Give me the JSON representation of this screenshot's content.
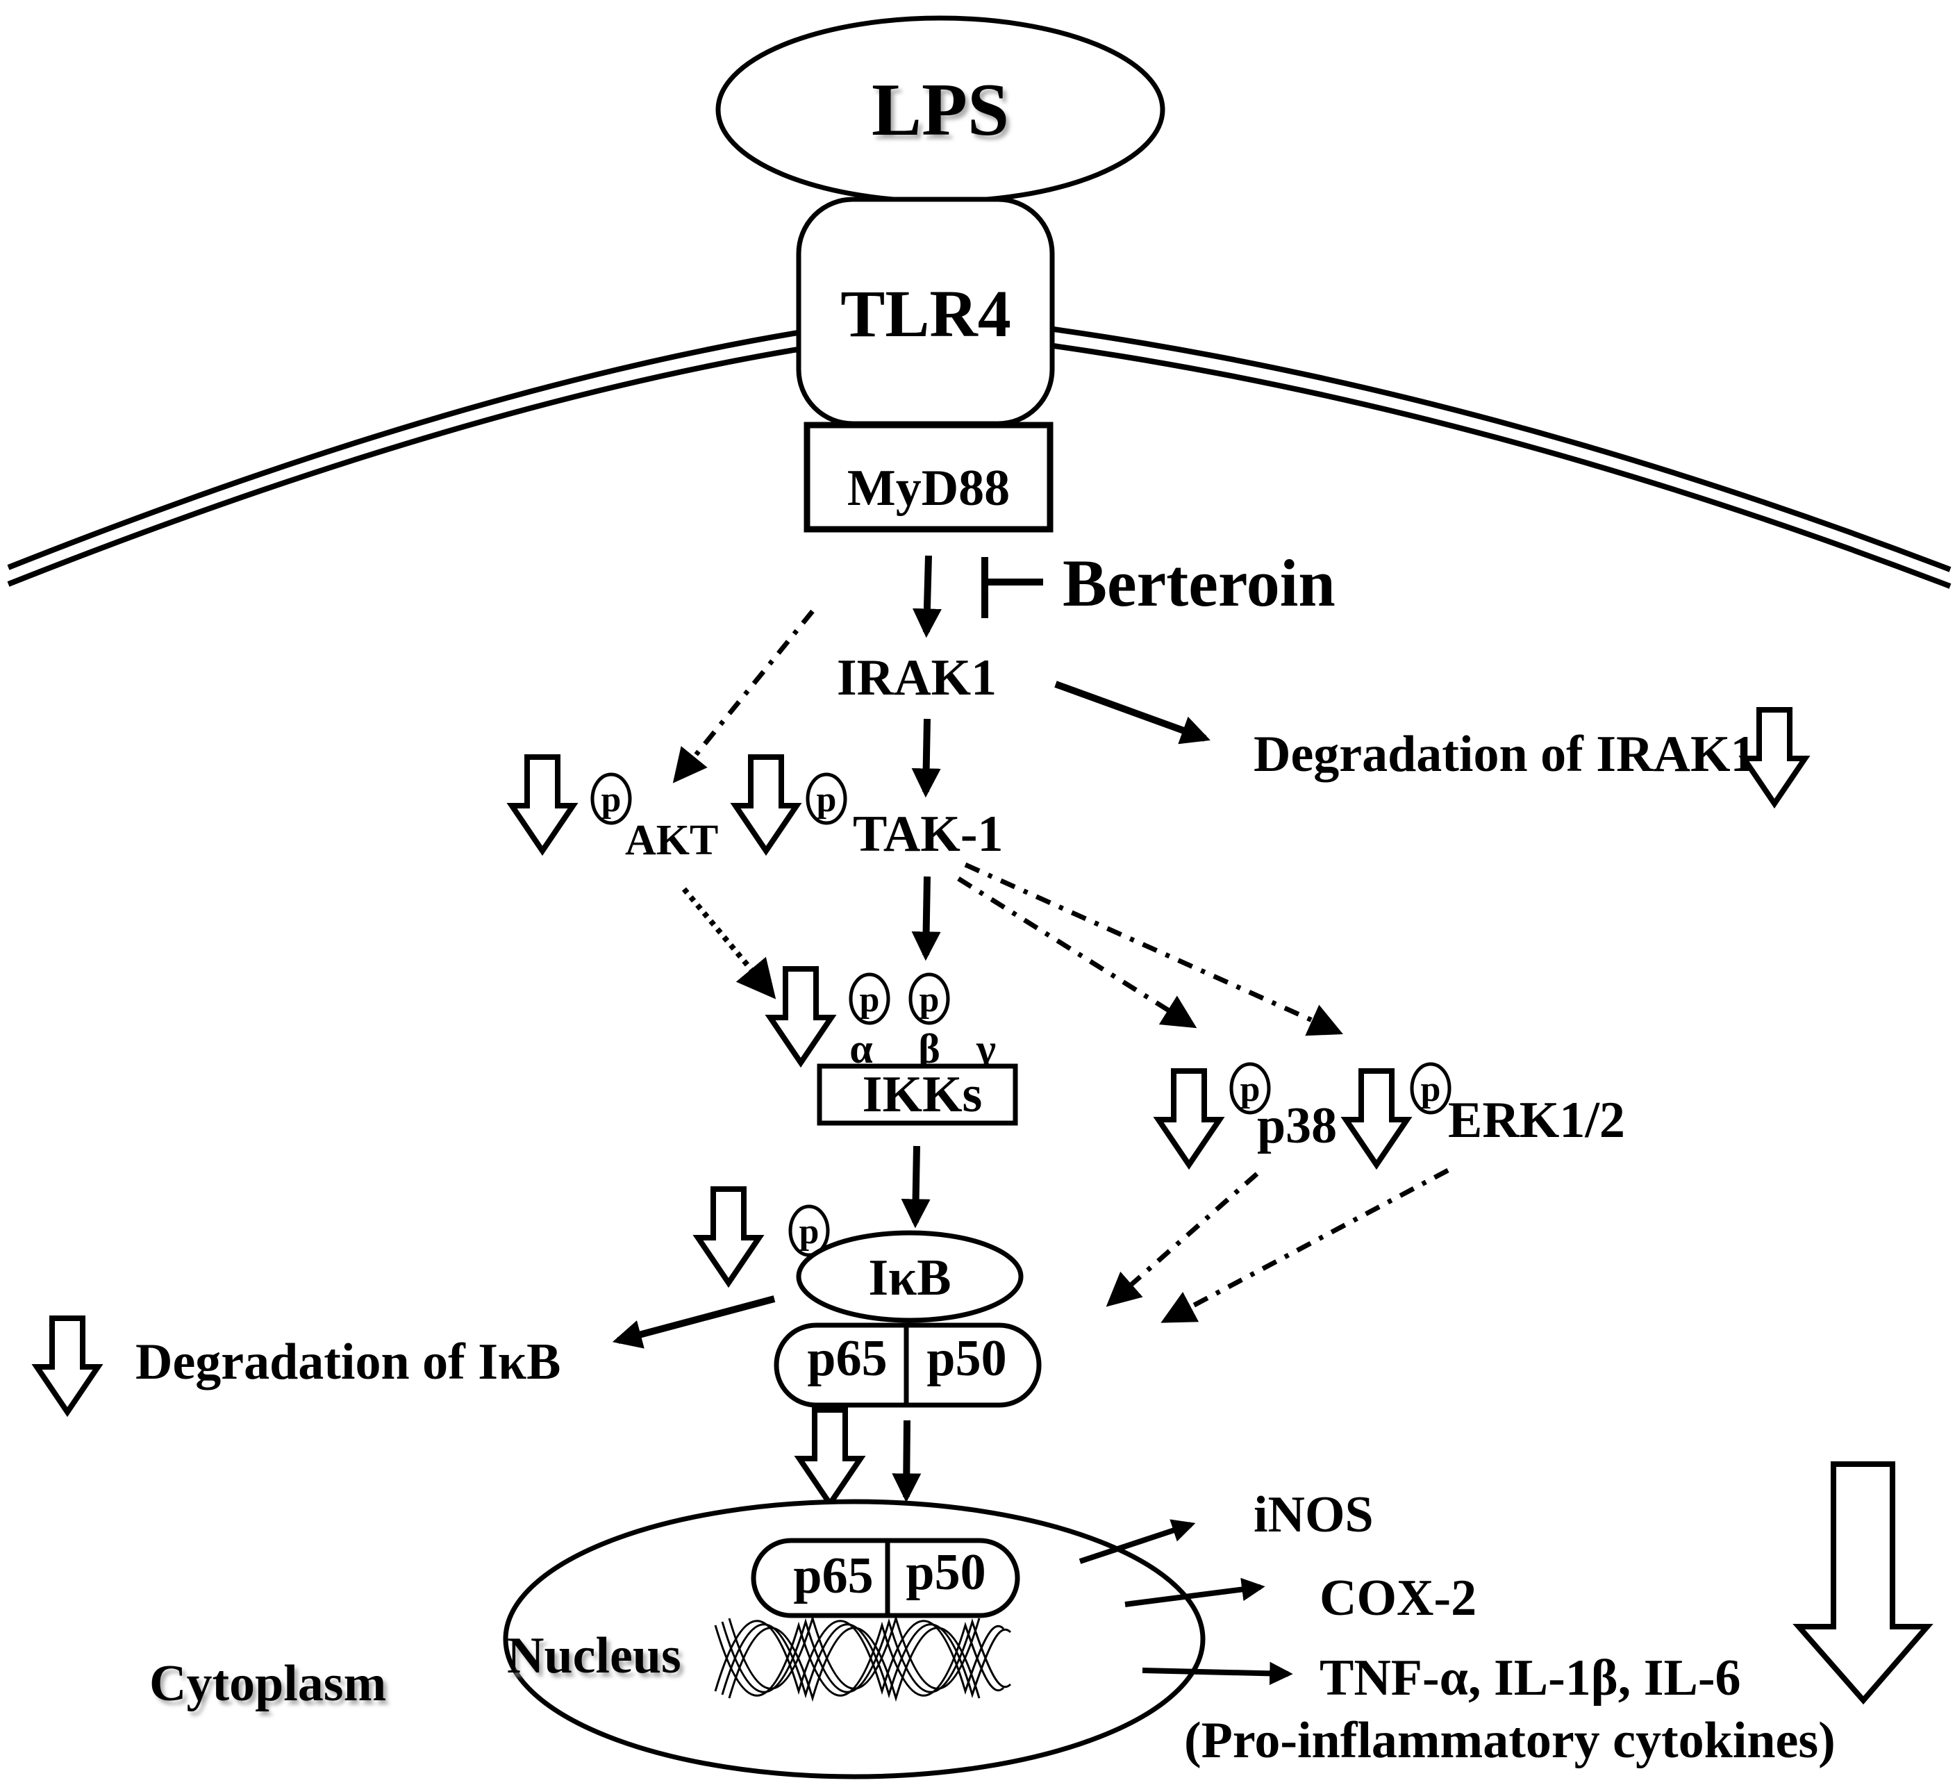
{
  "nodes": {
    "lps": "LPS",
    "tlr4": "TLR4",
    "myd88": "MyD88",
    "berteroin": "Berteroin",
    "irak1": "IRAK1",
    "degradation_irak1": "Degradation of IRAK1",
    "akt": "AKT",
    "tak1": "TAK-1",
    "ikk_alpha": "α",
    "ikk_beta": "β",
    "ikk_gamma": "γ",
    "ikks": "IKKs",
    "p38": "p38",
    "erk12": "ERK1/2",
    "ikb": "IκB",
    "degradation_ikb": "Degradation of IκB",
    "p65": "p65",
    "p50": "p50",
    "nucleus_p65": "p65",
    "nucleus_p50": "p50",
    "nucleus": "Nucleus",
    "cytoplasm": "Cytoplasm",
    "inos": "iNOS",
    "cox2": "COX-2",
    "cytokines": "TNF-α, IL-1β, IL-6",
    "cytokines_note": "(Pro-inflammatory cytokines)"
  },
  "phospho_symbol": "p"
}
